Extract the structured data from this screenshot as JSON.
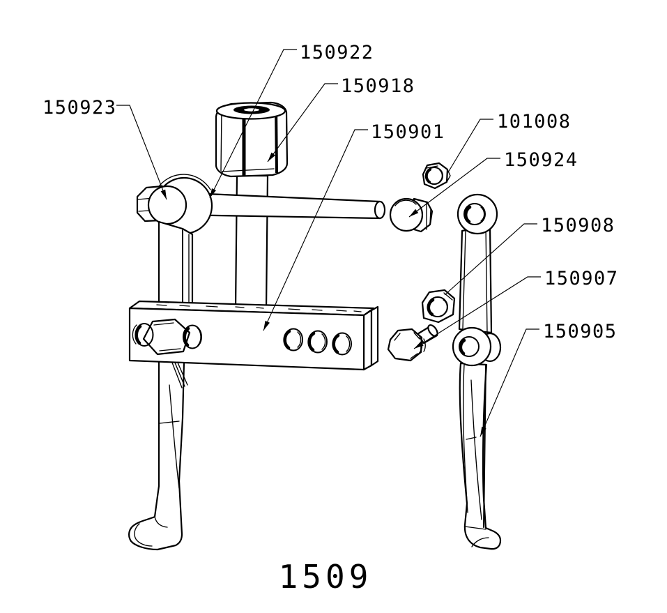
{
  "diagram": {
    "title": "1509",
    "type": "exploded-parts-line-drawing",
    "line_color": "#000000",
    "background_color": "#ffffff",
    "labels": [
      {
        "id": "150922",
        "text": "150922"
      },
      {
        "id": "150918",
        "text": "150918"
      },
      {
        "id": "150923",
        "text": "150923"
      },
      {
        "id": "150901",
        "text": "150901"
      },
      {
        "id": "101008",
        "text": "101008"
      },
      {
        "id": "150924",
        "text": "150924"
      },
      {
        "id": "150908",
        "text": "150908"
      },
      {
        "id": "150907",
        "text": "150907"
      },
      {
        "id": "150905",
        "text": "150905"
      }
    ]
  }
}
